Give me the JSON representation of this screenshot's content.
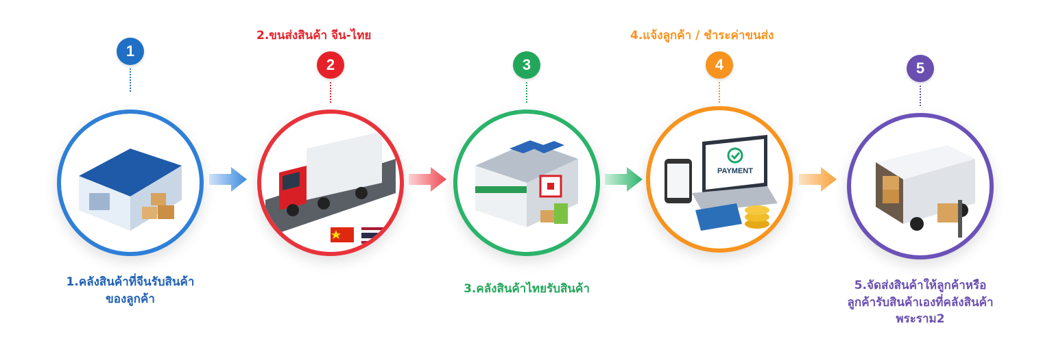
{
  "steps": [
    {
      "number": "1",
      "color": "#1f6fc4",
      "label_lines": [
        "1.คลังสินค้าที่จีนรับสินค้า",
        "ของลูกค้า"
      ]
    },
    {
      "number": "2",
      "color": "#e62129",
      "top_label": "2.ขนส่งสินค้า  จีน-ไทย"
    },
    {
      "number": "3",
      "color": "#22a65a",
      "label_lines": [
        "3.คลังสินค้าไทยรับสินค้า"
      ]
    },
    {
      "number": "4",
      "color": "#f7931e",
      "top_label": "4.แจ้งลูกค้า / ชำระค่าขนส่ง",
      "payment_text": "PAYMENT"
    },
    {
      "number": "5",
      "color": "#6a4fb0",
      "label_lines": [
        "5.จัดส่งสินค้าให้ลูกค้าหรือ",
        "ลูกค้ารับสินค้าเองที่คลังสินค้า",
        "พระราม2"
      ]
    }
  ]
}
